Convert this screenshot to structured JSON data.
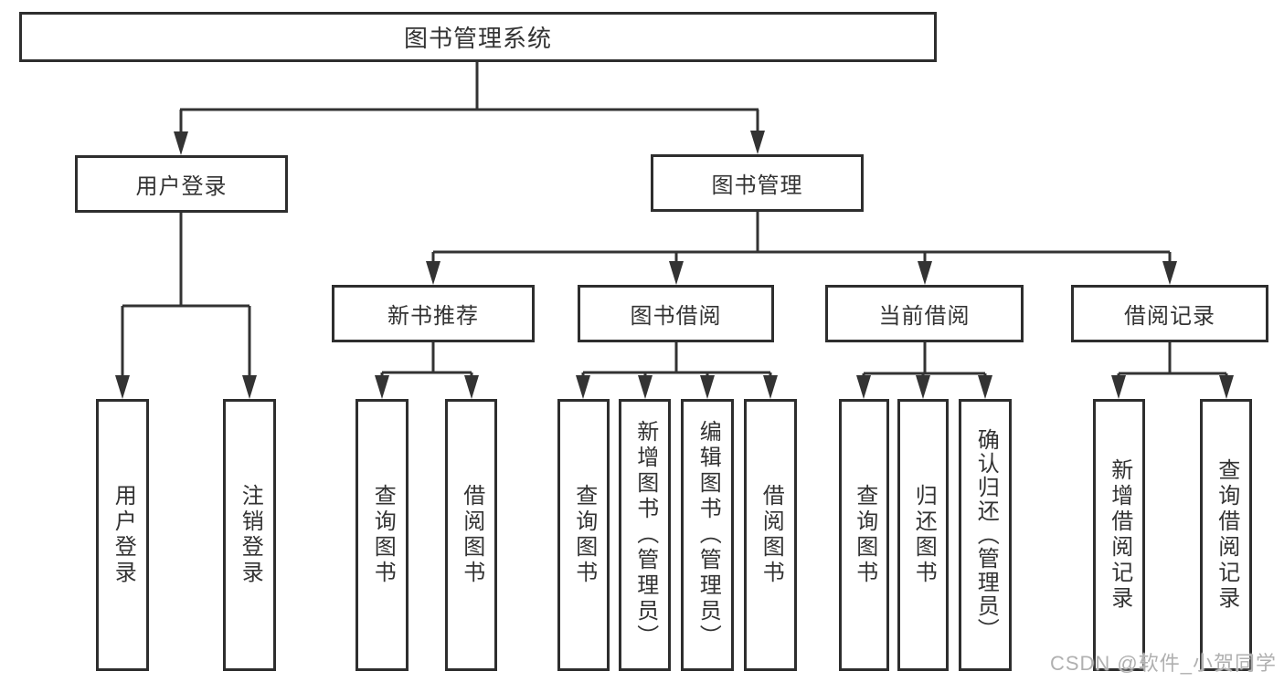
{
  "nodes": {
    "root": "图书管理系统",
    "user_login": "用户登录",
    "book_mgmt": "图书管理",
    "new_book_rec": "新书推荐",
    "book_borrow": "图书借阅",
    "current_borrow": "当前借阅",
    "borrow_records": "借阅记录",
    "ul_user_login": "用户登录",
    "ul_logout": "注销登录",
    "nb_query_books": "查询图书",
    "nb_borrow_books": "借阅图书",
    "bb_query_books": "查询图书",
    "bb_add_books": "新增图书（管理员）",
    "bb_edit_books": "编辑图书（管理员）",
    "bb_borrow_books": "借阅图书",
    "cb_query_books": "查询图书",
    "cb_return_books": "归还图书",
    "cb_confirm_return": "确认归还（管理员）",
    "br_add_record": "新增借阅记录",
    "br_query_record": "查询借阅记录"
  },
  "watermark": {
    "text": "CSDN @软件_小贺同学"
  },
  "colors": {
    "line": "#333333",
    "box_border": "#2e2e2e",
    "text": "#333333",
    "watermark": "#b0b0b0",
    "background": "#ffffff"
  }
}
